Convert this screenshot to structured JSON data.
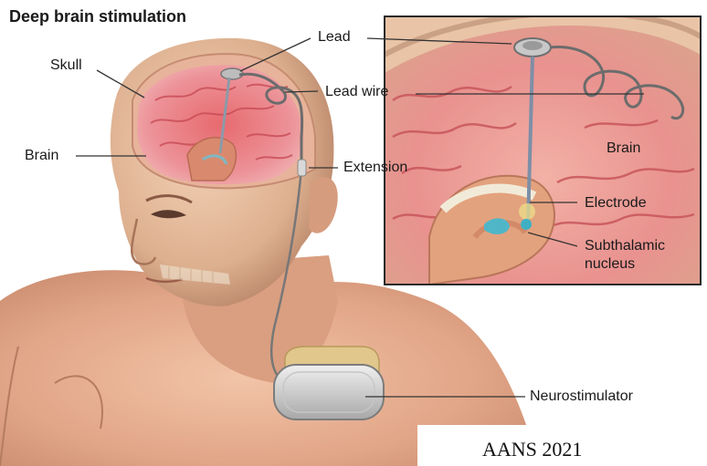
{
  "title": "Deep brain stimulation",
  "labels": {
    "lead": "Lead",
    "skull": "Skull",
    "lead_wire": "Lead wire",
    "brain_left": "Brain",
    "extension": "Extension",
    "brain_inset": "Brain",
    "electrode": "Electrode",
    "subthalamic_line1": "Subthalamic",
    "subthalamic_line2": "nucleus",
    "neurostimulator": "Neurostimulator"
  },
  "credit": "AANS 2021"
}
